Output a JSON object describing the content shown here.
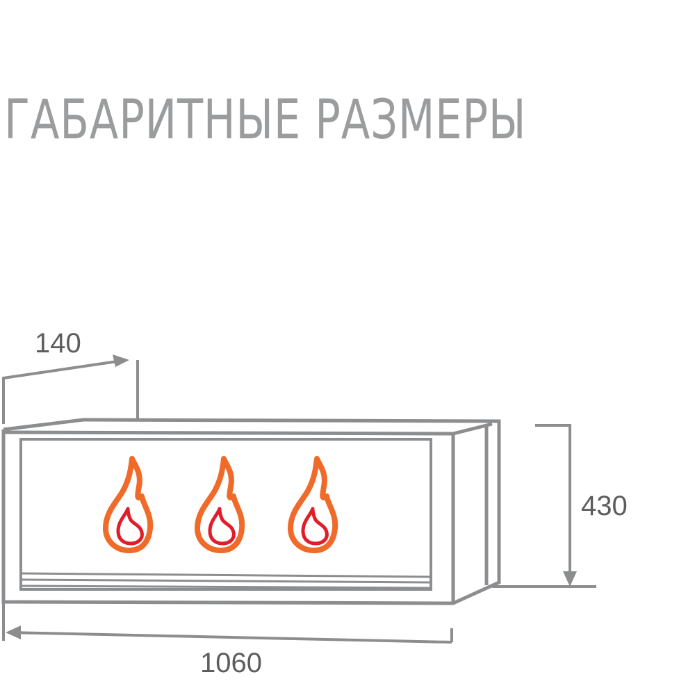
{
  "title": "ГАБАРИТНЫЕ РАЗМЕРЫ",
  "dimensions": {
    "depth": "140",
    "height": "430",
    "width": "1060"
  },
  "product": {
    "name": "fireplace-insert",
    "flame_count": 3
  },
  "colors": {
    "outline": "#8c8d8f",
    "dim_text": "#5c5d5f",
    "title": "#9a9c9e",
    "flame_outer": "#f06a2a",
    "flame_inner": "#e01e2a"
  }
}
